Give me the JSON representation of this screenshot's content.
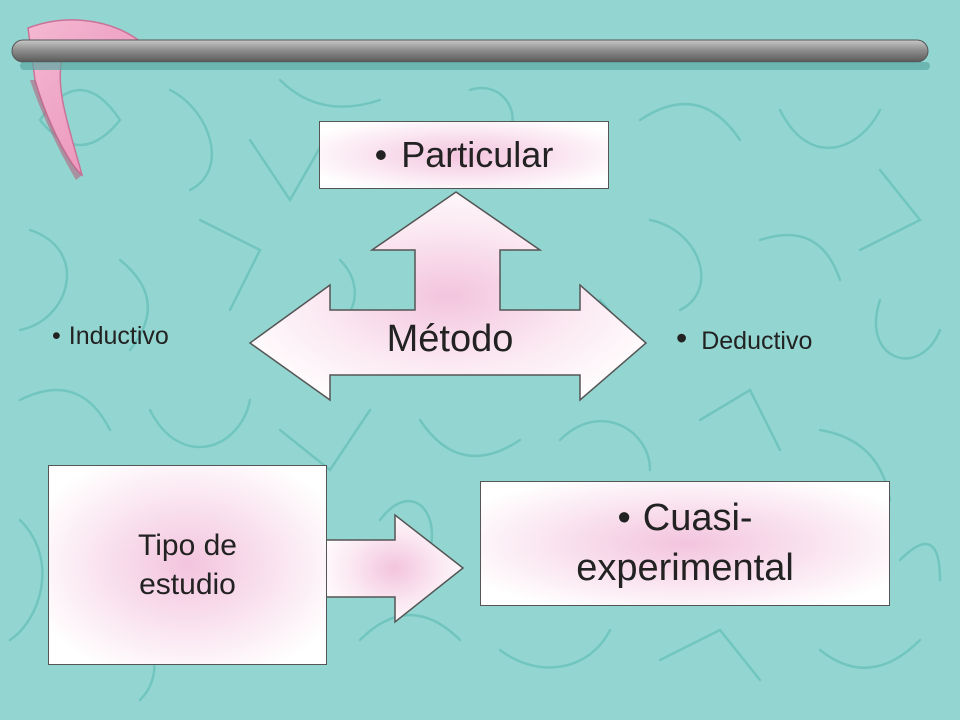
{
  "diagram": {
    "top_box": {
      "bullet": "•",
      "text": "Particular"
    },
    "center": {
      "text": "Método"
    },
    "left_item": {
      "bullet": "•",
      "text": "Inductivo"
    },
    "right_item": {
      "bullet": "•",
      "text": "Deductivo"
    },
    "source_box": {
      "line1": "Tipo de",
      "line2": "estudio"
    },
    "target_box": {
      "bullet": "•",
      "line1": "Cuasi-",
      "line2": "experimental"
    }
  },
  "colors": {
    "background": "#93d6d1",
    "pattern": "#6ec4bc",
    "accent_pink": "#f3c4de",
    "rod": "#8a8a8a"
  },
  "icons": [
    "boomerang-icon",
    "rod-decoration"
  ]
}
